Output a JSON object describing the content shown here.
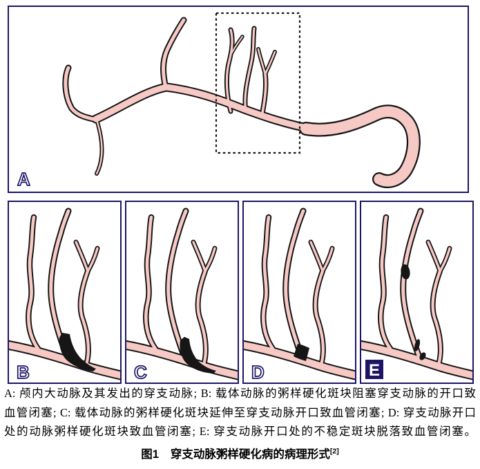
{
  "figure": {
    "panel_a": {
      "label": "A"
    },
    "panel_b": {
      "label": "B"
    },
    "panel_c": {
      "label": "C"
    },
    "panel_d": {
      "label": "D"
    },
    "panel_e": {
      "label": "E"
    }
  },
  "caption": {
    "line1": "A: 颅内大动脉及其发出的穿支动脉; B: 载体动脉的粥样硬化斑块阻塞穿支动脉的开口致",
    "line2": "血管闭塞; C: 载体动脉的粥样硬化斑块延伸至穿支动脉开口致血管闭塞; D: 穿支动脉开口",
    "line3": "处的动脉粥样硬化斑块致血管闭塞; E: 穿支动脉开口处的不稳定斑块脱落致血管闭塞。"
  },
  "title": {
    "figure_no": "图1",
    "text": "穿支动脉粥样硬化病的病理形式",
    "superscript": "[2]"
  },
  "colors": {
    "vessel_fill": "#f6c9c4",
    "vessel_outline": "#141414",
    "plaque": "#161616",
    "panel_border": "#1c1566",
    "label": "#1c1566"
  }
}
